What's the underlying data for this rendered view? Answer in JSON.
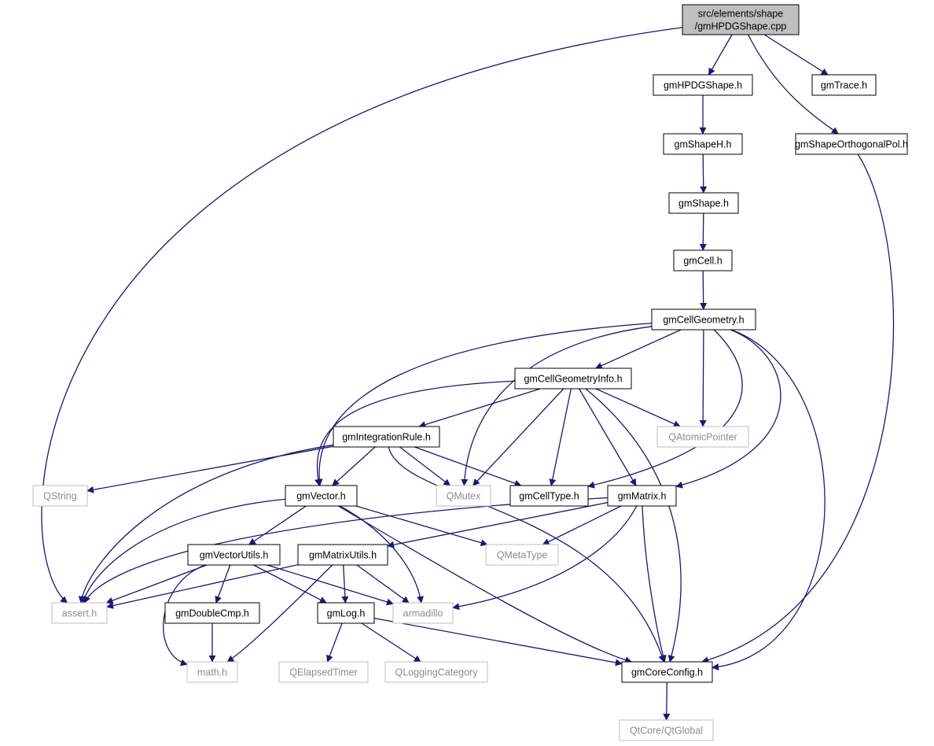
{
  "colors": {
    "edge": "#191970",
    "root_fill": "#bfbfbf",
    "node_border": "#000000",
    "external_border": "#bfbfbf",
    "external_text": "#8c8c8c"
  },
  "nodes": [
    {
      "id": "root",
      "lines": [
        "src/elements/shape",
        "/gmHPDGShape.cpp"
      ],
      "kind": "root"
    },
    {
      "id": "gmHPDGShape_h",
      "lines": [
        "gmHPDGShape.h"
      ],
      "kind": "file"
    },
    {
      "id": "gmTrace_h",
      "lines": [
        "gmTrace.h"
      ],
      "kind": "file"
    },
    {
      "id": "gmShapeH_h",
      "lines": [
        "gmShapeH.h"
      ],
      "kind": "file"
    },
    {
      "id": "gmShapeOrthogonalPol_h",
      "lines": [
        "gmShapeOrthogonalPol.h"
      ],
      "kind": "file"
    },
    {
      "id": "gmShape_h",
      "lines": [
        "gmShape.h"
      ],
      "kind": "file"
    },
    {
      "id": "gmCell_h",
      "lines": [
        "gmCell.h"
      ],
      "kind": "file"
    },
    {
      "id": "gmCellGeometry_h",
      "lines": [
        "gmCellGeometry.h"
      ],
      "kind": "file"
    },
    {
      "id": "gmCellGeometryInfo_h",
      "lines": [
        "gmCellGeometryInfo.h"
      ],
      "kind": "file"
    },
    {
      "id": "gmIntegrationRule_h",
      "lines": [
        "gmIntegrationRule.h"
      ],
      "kind": "file"
    },
    {
      "id": "QAtomicPointer",
      "lines": [
        "QAtomicPointer"
      ],
      "kind": "external"
    },
    {
      "id": "QString",
      "lines": [
        "QString"
      ],
      "kind": "external"
    },
    {
      "id": "gmVector_h",
      "lines": [
        "gmVector.h"
      ],
      "kind": "file"
    },
    {
      "id": "QMutex",
      "lines": [
        "QMutex"
      ],
      "kind": "external"
    },
    {
      "id": "gmCellType_h",
      "lines": [
        "gmCellType.h"
      ],
      "kind": "file"
    },
    {
      "id": "gmMatrix_h",
      "lines": [
        "gmMatrix.h"
      ],
      "kind": "file"
    },
    {
      "id": "gmVectorUtils_h",
      "lines": [
        "gmVectorUtils.h"
      ],
      "kind": "file"
    },
    {
      "id": "gmMatrixUtils_h",
      "lines": [
        "gmMatrixUtils.h"
      ],
      "kind": "file"
    },
    {
      "id": "QMetaType",
      "lines": [
        "QMetaType"
      ],
      "kind": "external"
    },
    {
      "id": "assert_h",
      "lines": [
        "assert.h"
      ],
      "kind": "external"
    },
    {
      "id": "gmDoubleCmp_h",
      "lines": [
        "gmDoubleCmp.h"
      ],
      "kind": "file"
    },
    {
      "id": "gmLog_h",
      "lines": [
        "gmLog.h"
      ],
      "kind": "file"
    },
    {
      "id": "armadillo",
      "lines": [
        "armadillo"
      ],
      "kind": "external"
    },
    {
      "id": "math_h",
      "lines": [
        "math.h"
      ],
      "kind": "external"
    },
    {
      "id": "QElapsedTimer",
      "lines": [
        "QElapsedTimer"
      ],
      "kind": "external"
    },
    {
      "id": "QLoggingCategory",
      "lines": [
        "QLoggingCategory"
      ],
      "kind": "external"
    },
    {
      "id": "gmCoreConfig_h",
      "lines": [
        "gmCoreConfig.h"
      ],
      "kind": "file"
    },
    {
      "id": "QtCore_QtGlobal",
      "lines": [
        "QtCore/QtGlobal"
      ],
      "kind": "external"
    }
  ],
  "edges": [
    [
      "root",
      "assert_h"
    ],
    [
      "root",
      "gmHPDGShape_h"
    ],
    [
      "root",
      "gmTrace_h"
    ],
    [
      "root",
      "gmShapeOrthogonalPol_h"
    ],
    [
      "gmHPDGShape_h",
      "gmShapeH_h"
    ],
    [
      "gmShapeH_h",
      "gmShape_h"
    ],
    [
      "gmShape_h",
      "gmCell_h"
    ],
    [
      "gmCell_h",
      "gmCellGeometry_h"
    ],
    [
      "gmShapeOrthogonalPol_h",
      "gmCoreConfig_h"
    ],
    [
      "gmCellGeometry_h",
      "gmCellGeometryInfo_h"
    ],
    [
      "gmCellGeometry_h",
      "gmVector_h"
    ],
    [
      "gmCellGeometry_h",
      "QMutex"
    ],
    [
      "gmCellGeometry_h",
      "QAtomicPointer"
    ],
    [
      "gmCellGeometry_h",
      "gmCellType_h"
    ],
    [
      "gmCellGeometry_h",
      "gmMatrix_h"
    ],
    [
      "gmCellGeometry_h",
      "gmCoreConfig_h"
    ],
    [
      "gmCellGeometryInfo_h",
      "gmIntegrationRule_h"
    ],
    [
      "gmCellGeometryInfo_h",
      "gmVector_h"
    ],
    [
      "gmCellGeometryInfo_h",
      "QMutex"
    ],
    [
      "gmCellGeometryInfo_h",
      "gmCellType_h"
    ],
    [
      "gmCellGeometryInfo_h",
      "gmMatrix_h"
    ],
    [
      "gmCellGeometryInfo_h",
      "QAtomicPointer"
    ],
    [
      "gmCellGeometryInfo_h",
      "gmCoreConfig_h"
    ],
    [
      "gmIntegrationRule_h",
      "QString"
    ],
    [
      "gmIntegrationRule_h",
      "assert_h"
    ],
    [
      "gmIntegrationRule_h",
      "gmVector_h"
    ],
    [
      "gmIntegrationRule_h",
      "QMutex"
    ],
    [
      "gmIntegrationRule_h",
      "gmCellType_h"
    ],
    [
      "gmIntegrationRule_h",
      "gmCoreConfig_h"
    ],
    [
      "gmVector_h",
      "assert_h"
    ],
    [
      "gmVector_h",
      "gmVectorUtils_h"
    ],
    [
      "gmVector_h",
      "QMetaType"
    ],
    [
      "gmVector_h",
      "armadillo"
    ],
    [
      "gmVector_h",
      "gmCoreConfig_h"
    ],
    [
      "gmMatrix_h",
      "assert_h"
    ],
    [
      "gmMatrix_h",
      "gmMatrixUtils_h"
    ],
    [
      "gmMatrix_h",
      "QMetaType"
    ],
    [
      "gmMatrix_h",
      "armadillo"
    ],
    [
      "gmMatrix_h",
      "gmCoreConfig_h"
    ],
    [
      "gmVectorUtils_h",
      "assert_h"
    ],
    [
      "gmVectorUtils_h",
      "gmDoubleCmp_h"
    ],
    [
      "gmVectorUtils_h",
      "math_h"
    ],
    [
      "gmVectorUtils_h",
      "gmLog_h"
    ],
    [
      "gmVectorUtils_h",
      "armadillo"
    ],
    [
      "gmMatrixUtils_h",
      "assert_h"
    ],
    [
      "gmMatrixUtils_h",
      "math_h"
    ],
    [
      "gmMatrixUtils_h",
      "gmLog_h"
    ],
    [
      "gmMatrixUtils_h",
      "armadillo"
    ],
    [
      "gmDoubleCmp_h",
      "math_h"
    ],
    [
      "gmLog_h",
      "QElapsedTimer"
    ],
    [
      "gmLog_h",
      "QLoggingCategory"
    ],
    [
      "gmLog_h",
      "gmCoreConfig_h"
    ],
    [
      "gmCoreConfig_h",
      "QtCore_QtGlobal"
    ]
  ]
}
